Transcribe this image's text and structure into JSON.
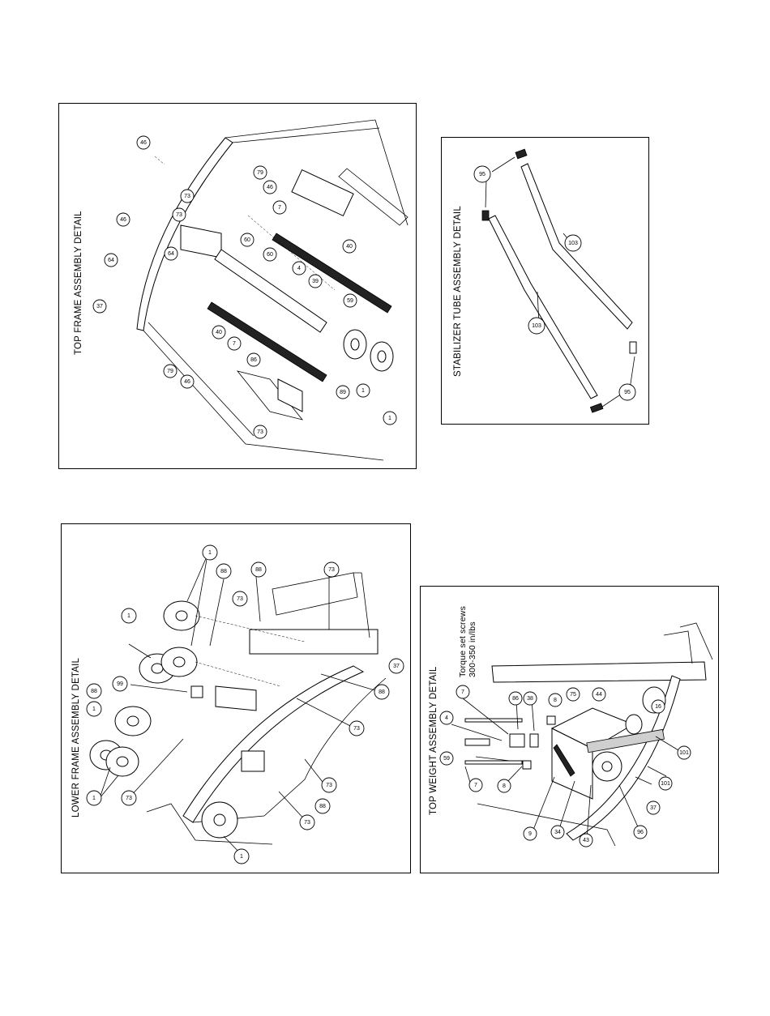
{
  "panels": {
    "top_frame": {
      "title": "TOP FRAME ASSEMBLY DETAIL",
      "callouts": [
        "46",
        "79",
        "46",
        "73",
        "73",
        "7",
        "46",
        "64",
        "64",
        "60",
        "60",
        "40",
        "4",
        "37",
        "39",
        "59",
        "40",
        "7",
        "86",
        "79",
        "46",
        "89",
        "1",
        "1",
        "73"
      ]
    },
    "stabilizer": {
      "title": "STABILIZER TUBE ASSEMBLY DETAIL",
      "callouts": [
        "95",
        "103",
        "103",
        "95"
      ]
    },
    "lower_frame": {
      "title": "LOWER FRAME ASSEMBLY DETAIL",
      "callouts": [
        "1",
        "88",
        "88",
        "73",
        "73",
        "1",
        "99",
        "88",
        "37",
        "1",
        "88",
        "73",
        "73",
        "1",
        "73",
        "88",
        "73",
        "1"
      ]
    },
    "top_weight": {
      "title": "TOP WEIGHT ASSEMBLY DETAIL",
      "note_line1": "Torque set screws",
      "note_line2": "300-350 in/lbs",
      "callouts": [
        "7",
        "86",
        "38",
        "8",
        "75",
        "44",
        "4",
        "16",
        "59",
        "101",
        "7",
        "8",
        "101",
        "37",
        "9",
        "34",
        "43",
        "96"
      ]
    }
  }
}
